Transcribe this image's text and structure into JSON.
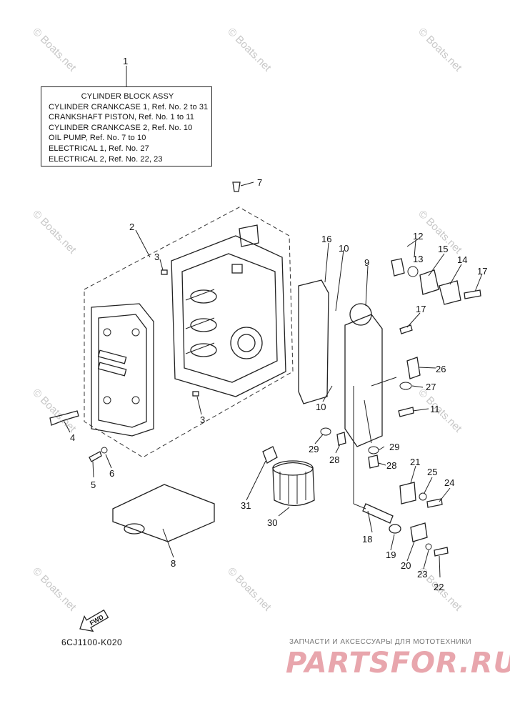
{
  "legend": {
    "title": "CYLINDER BLOCK ASSY",
    "lines": [
      "CYLINDER CRANKCASE 1,  Ref. No. 2 to 31",
      "CRANKSHAFT PISTON,  Ref. No. 1 to 11",
      "CYLINDER CRANKCASE 2,  Ref. No. 10",
      "OIL PUMP,  Ref. No. 7 to 10",
      "ELECTRICAL 1,  Ref. No. 27",
      "ELECTRICAL 2,  Ref. No. 22, 23"
    ]
  },
  "callouts": [
    "1",
    "2",
    "3",
    "3",
    "4",
    "5",
    "6",
    "7",
    "8",
    "9",
    "10",
    "10",
    "11",
    "12",
    "13",
    "14",
    "15",
    "16",
    "17",
    "17",
    "18",
    "19",
    "20",
    "21",
    "22",
    "23",
    "24",
    "25",
    "26",
    "27",
    "28",
    "28",
    "29",
    "29",
    "30",
    "31"
  ],
  "fwd_label": "FWD",
  "diagram_code": "6CJ1100-K020",
  "brand": {
    "subtitle": "ЗАПЧАСТИ И АКСЕССУАРЫ ДЛЯ МОТОТЕХНИКИ",
    "name": "PARTSFOR.RU"
  },
  "watermark": "© Boats.net",
  "colors": {
    "line": "#222222",
    "watermark": "#c8c8c8",
    "brand": "#e8a6ad"
  }
}
